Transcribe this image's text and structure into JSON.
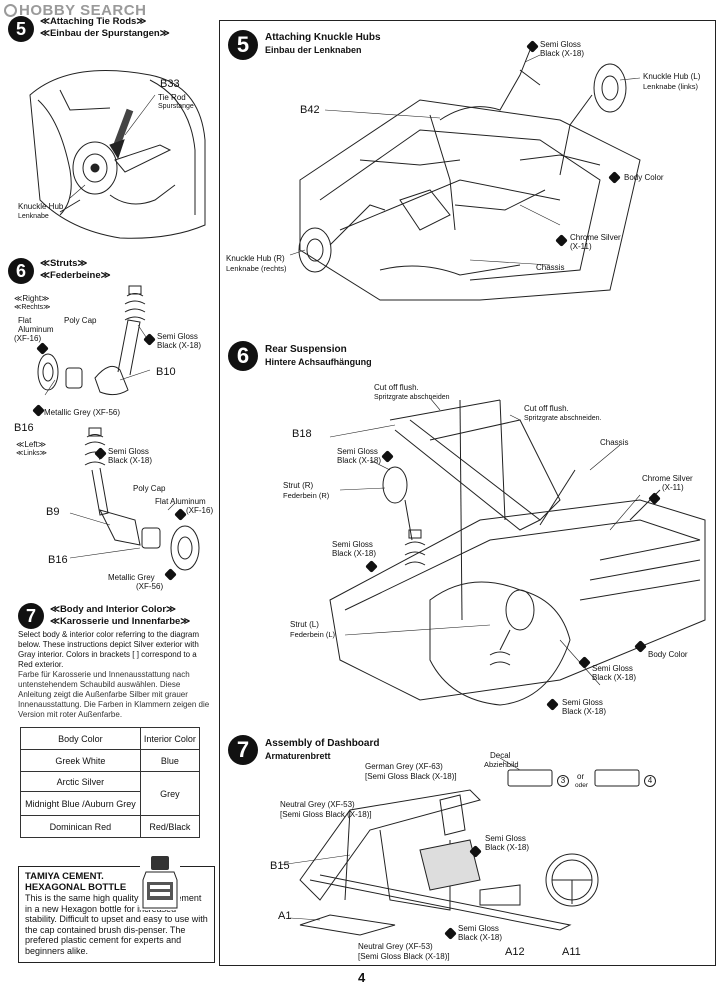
{
  "watermark": "HOBBY SEARCH",
  "page_number": "4",
  "left": {
    "step5": {
      "number": "5",
      "title_en": "≪Attaching Tie Rods≫",
      "title_de": "≪Einbau der Spurstangen≫",
      "part_code": "B33",
      "part_name_en": "Tie Rod",
      "part_name_de": "Spurstange",
      "hub_en": "Knuckle Hub",
      "hub_de": "Lenknabe"
    },
    "step6": {
      "number": "6",
      "title_en": "≪Struts≫",
      "title_de": "≪Federbeine≫",
      "right_en": "≪Right≫",
      "right_de": "≪Rechts≫",
      "left_en": "≪Left≫",
      "left_de": "≪Links≫",
      "flat_aluminum_1": "Flat",
      "flat_aluminum_2": "Aluminum",
      "flat_aluminum_code": "(XF-16)",
      "poly_cap": "Poly Cap",
      "semi_gloss": "Semi Gloss",
      "semi_gloss_code": "Black (X-18)",
      "b10": "B10",
      "b16": "B16",
      "metallic_grey": "Metallic Grey (XF-56)",
      "semi_gloss_2": "Semi Gloss",
      "semi_gloss_code_2": "Black (X-18)",
      "poly_cap_2": "Poly Cap",
      "flat_aluminum_3": "Flat Aluminum",
      "flat_aluminum_code_2": "(XF-16)",
      "b9": "B9",
      "b16_2": "B16",
      "metallic_grey_2": "Metallic Grey",
      "metallic_grey_code_2": "(XF-56)"
    },
    "step7": {
      "number": "7",
      "title_en": "≪Body and Interior Color≫",
      "title_de": "≪Karosserie und Innenfarbe≫",
      "text_en": "Select body & interior color referring to the diagram below. These instructions depict Silver exterior with Gray interior. Colors in brackets [ ] correspond to a Red exterior.",
      "text_de": "Farbe für Karosserie und Innenausstattung nach untenstehendem Schaubild auswählen. Diese Anleitung zeigt die Außenfarbe Silber mit grauer Innenausstattung. Die Farben in Klammern zeigen die Version mit roter Außenfarbe.",
      "table_headers": [
        "Body Color",
        "Interior Color"
      ],
      "table_rows": [
        {
          "body": "Greek White",
          "interior": "Blue"
        },
        {
          "body": "Arctic Silver",
          "interior": "Grey"
        },
        {
          "body": "Midnight Blue /Auburn Grey",
          "interior": ""
        },
        {
          "body": "Dominican Red",
          "interior": "Red/Black"
        }
      ]
    },
    "cement": {
      "title_1": "TAMIYA CEMENT.",
      "title_2": "HEXAGONAL BOTTLE",
      "text": "This is the same high quality Tamiya cement in a new Hexagon bottle for increased stability. Difficult to upset and easy to use with the cap contained brush dis-penser. The prefered plastic cement for experts and beginners alike."
    }
  },
  "right": {
    "step5": {
      "number": "5",
      "title_en": "Attaching Knuckle Hubs",
      "title_de": "Einbau der Lenknaben",
      "semi_gloss": "Semi Gloss",
      "semi_gloss_code": "Black (X-18)",
      "hub_l_en": "Knuckle Hub (L)",
      "hub_l_de": "Lenknabe (links)",
      "b42": "B42",
      "body_color": "Body Color",
      "chrome_silver": "Chrome Silver",
      "chrome_code": "(X-11)",
      "chassis": "Chassis",
      "hub_r_en": "Knuckle Hub (R)",
      "hub_r_de": "Lenknabe (rechts)"
    },
    "step6": {
      "number": "6",
      "title_en": "Rear Suspension",
      "title_de": "Hintere Achsaufhängung",
      "cut_1_en": "Cut off flush.",
      "cut_1_de": "Spritzgrate abschneiden",
      "cut_2_en": "Cut off flush.",
      "cut_2_de": "Spritzgrate abschneiden.",
      "b18": "B18",
      "chassis": "Chassis",
      "semi_gloss": "Semi Gloss",
      "semi_gloss_code": "Black (X-18)",
      "chrome_silver": "Chrome Silver",
      "chrome_code": "(X-11)",
      "strut_r_en": "Strut (R)",
      "strut_r_de": "Federbein (R)",
      "semi_gloss_2": "Semi Gloss",
      "semi_gloss_code_2": "Black (X-18)",
      "strut_l_en": "Strut (L)",
      "strut_l_de": "Federbein (L)",
      "body_color": "Body Color",
      "semi_gloss_3": "Semi Gloss",
      "semi_gloss_code_3": "Black (X-18)",
      "semi_gloss_4": "Semi Gloss",
      "semi_gloss_code_4": "Black (X-18)"
    },
    "step7": {
      "number": "7",
      "title_en": "Assembly of Dashboard",
      "title_de": "Armaturenbrett",
      "german_grey": "German Grey (XF-63)",
      "german_grey_alt": "[Semi Gloss Black (X-18)]",
      "decal_en": "Decal",
      "decal_de": "Abziehbild",
      "decal_3": "3",
      "decal_or_en": "or",
      "decal_or_de": "oder",
      "decal_4": "4",
      "neutral_grey": "Neutral Grey (XF-53)",
      "neutral_grey_alt": "[Semi Gloss Black (X-18)]",
      "semi_gloss": "Semi Gloss",
      "semi_gloss_code": "Black (X-18)",
      "b15": "B15",
      "a1": "A1",
      "semi_gloss_2": "Semi Gloss",
      "semi_gloss_code_2": "Black (X-18)",
      "neutral_grey_2": "Neutral Grey (XF-53)",
      "neutral_grey_alt_2": "[Semi Gloss Black (X-18)]",
      "a12": "A12",
      "a11": "A11"
    }
  }
}
